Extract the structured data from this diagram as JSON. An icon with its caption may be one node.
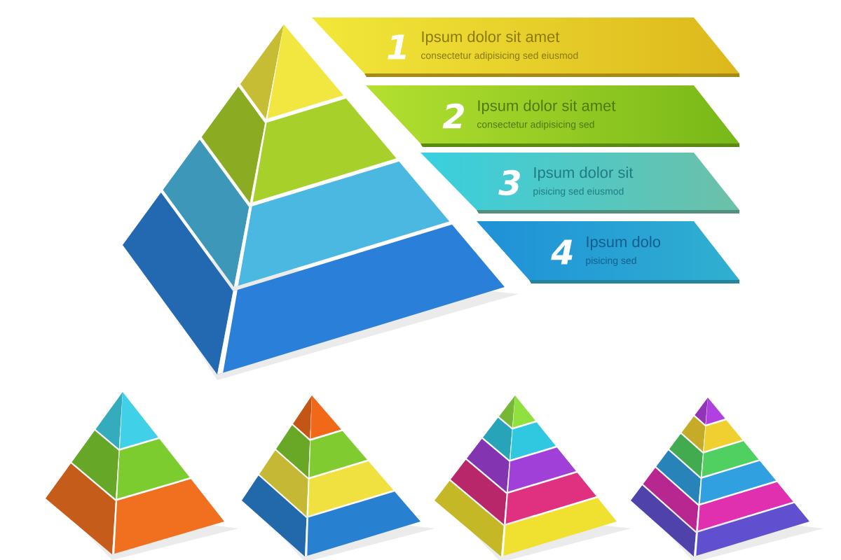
{
  "diagram": {
    "nodes": [
      {
        "text": [
          "1",
          "Ipsum dolor sit amet",
          "consectetur adipisicing sed eiusmod"
        ]
      },
      {
        "text": [
          "2",
          "Ipsum dolor sit amet",
          "consectetur adipisicing sed"
        ]
      },
      {
        "text": [
          "3",
          "Ipsum dolor sit",
          "pisicing sed eiusmod"
        ]
      },
      {
        "text": [
          "4",
          "Ipsum dolo",
          "pisicing sed"
        ]
      }
    ]
  }
}
